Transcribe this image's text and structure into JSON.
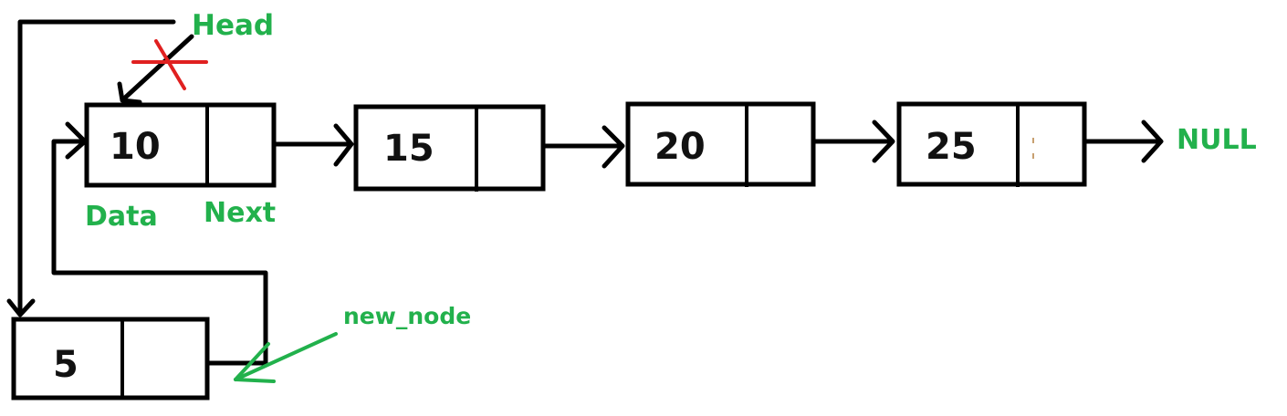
{
  "labels": {
    "head": "Head",
    "data": "Data",
    "next": "Next",
    "null": "NULL",
    "new_node": "new_node"
  },
  "nodes": [
    {
      "value": "10"
    },
    {
      "value": "15"
    },
    {
      "value": "20"
    },
    {
      "value": "25"
    }
  ],
  "new_node": {
    "value": "5"
  },
  "colors": {
    "label": "#22b14c",
    "cross": "#e02020",
    "line": "#000000"
  }
}
